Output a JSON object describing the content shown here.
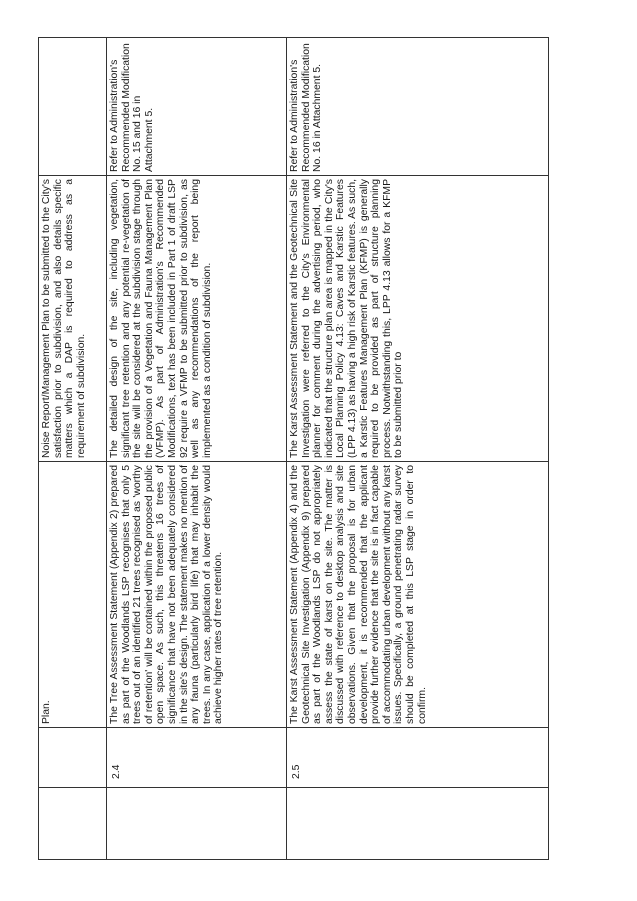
{
  "rows": [
    {
      "number": "",
      "submission": "Plan.",
      "response": "Noise Report/Management Plan to be submitted to the City's satisfaction prior to subdivision, and also details specific matters which a DAP is required to address as a requirement of subdivision.",
      "recommendation": ""
    },
    {
      "number": "2.4",
      "submission": "The Tree Assessment Statement (Appendix 2) prepared as part of the Woodlands LSP recognises that only 5 trees out of an identified 21 trees recognised as 'worthy of retention' will be contained within the proposed public open space. As such, this threatens 16 trees of significance that have not been adequately considered in the site's design. The statement makes no mention of any fauna (particularly bird life) that may inhabit the trees. In any case, application of a lower density would achieve higher rates of tree retention.",
      "response": "The detailed design of the site, including vegetation, significant tree retention and any potential re-vegetation of the site will be considered at the subdivision stage through the provision of a Vegetation and Fauna Management Plan (VFMP). As part of Administration's Recommended Modifications, text has been included in Part 1 of draft LSP 92 require a VFMP to be submitted prior to subdivision, as well as any recommendations of the report being implemented as a condition of subdivision.",
      "recommendation": "Refer to Administration's Recommended Modification No. 15 and 16 in Attachment 5."
    },
    {
      "number": "2.5",
      "submission": "The Karst Assessment Statement (Appendix 4) and the Geotechnical Site Investigation (Appendix 9) prepared as part of the Woodlands LSP do not appropriately assess the state of karst on the site. The matter is discussed with reference to desktop analysis and site observations. Given that the proposal is for urban development, it is recommended that the applicant provide further evidence that the site is in fact capable of accommodating urban development without any karst issues. Specifically, a ground penetrating radar survey should be completed at this LSP stage in order to confirm.",
      "response": "The Karst Assessment Statement and the Geotechnical Site Investigation were referred to the City's Environmental planner for comment during the advertising period, who indicated that the structure plan area is mapped in the City's Local Planning Policy 4.13: Caves and Karstic Features (LPP 4.13) as having a high risk of Karstic features. As such, a Karstic Features Management Plan (KFMP) is generally required to be provided as part of structure planning process. Notwithstanding this, LPP 4.13 allows for a KFMP to be submitted prior to",
      "recommendation": "Refer to Administration's Recommended Modification No. 16 in Attachment 5."
    }
  ]
}
